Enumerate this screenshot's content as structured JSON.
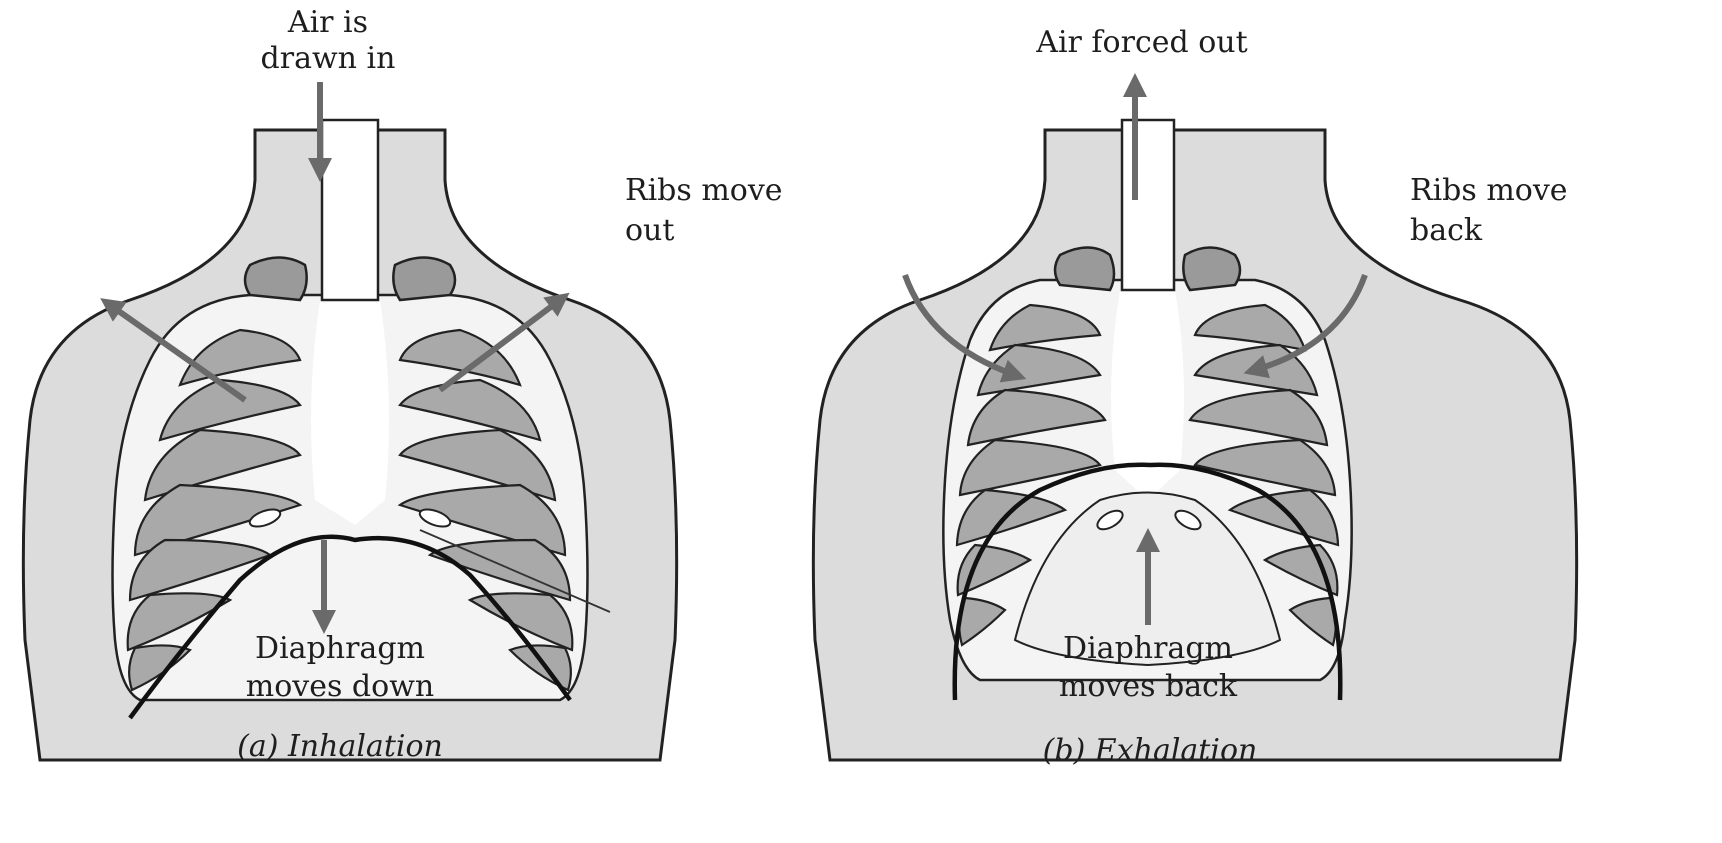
{
  "panel_a": {
    "top_label_line1": "Air is",
    "top_label_line2": "drawn in",
    "side_label_line1": "Ribs move",
    "side_label_line2": "out",
    "bottom_label_line1": "Diaphragm",
    "bottom_label_line2": "moves down",
    "caption": "(a) Inhalation"
  },
  "panel_b": {
    "top_label": "Air forced out",
    "side_label_line1": "Ribs move",
    "side_label_line2": "back",
    "bottom_label_line1": "Diaphragm",
    "bottom_label_line2": "moves back",
    "caption": "(b) Exhalation"
  },
  "colors": {
    "skin": "#dcdcdc",
    "rib_gap": "#a9a9a9",
    "arrow": "#6a6a6a"
  }
}
